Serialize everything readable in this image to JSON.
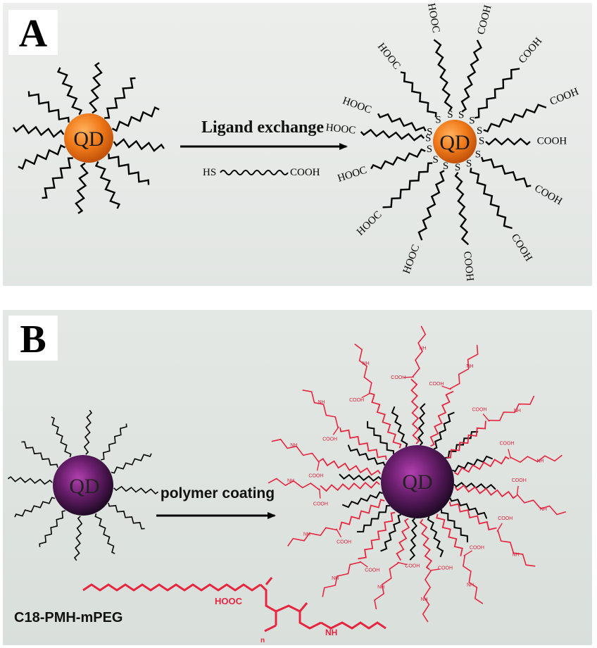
{
  "panel_a": {
    "letter": "A",
    "core_label": "QD",
    "arrow_label": "Ligand exchange",
    "ligand_thiol": "HS",
    "ligand_acid": "COOH",
    "product_core_label": "QD",
    "end_group": "COOH",
    "end_group_flipped": "HOOC",
    "linker_atom": "S",
    "colors": {
      "core": "#f07a1a",
      "chain": "#000000"
    }
  },
  "panel_b": {
    "letter": "B",
    "core_label": "QD",
    "arrow_label": "polymer coating",
    "product_core_label": "QD",
    "polymer_name": "C18-PMH-mPEG",
    "polymer_acid": "HOOC",
    "polymer_acid_small": "COOH",
    "polymer_amide": "NH",
    "polymer_n": "n",
    "colors": {
      "core": "#5a1b5e",
      "polymer": "#e8253f",
      "chain": "#000000"
    }
  }
}
